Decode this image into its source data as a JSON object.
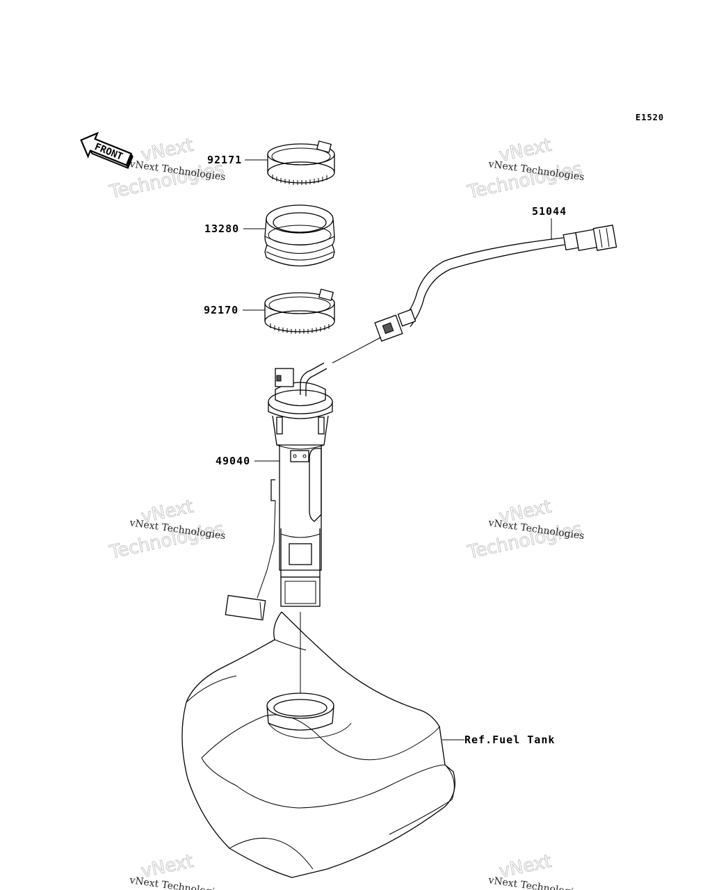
{
  "diagram_code": "E1520",
  "front_arrow_text": "FRONT",
  "watermark": {
    "line1": "vNext Technologies",
    "big1": "vNext",
    "big2": "Technologies"
  },
  "parts": {
    "clamp_upper": "92171",
    "grommet": "13280",
    "clamp_lower": "92170",
    "fuel_pump": "49040",
    "hose_assy": "51044",
    "fuel_tank_ref": "Ref.Fuel Tank"
  }
}
